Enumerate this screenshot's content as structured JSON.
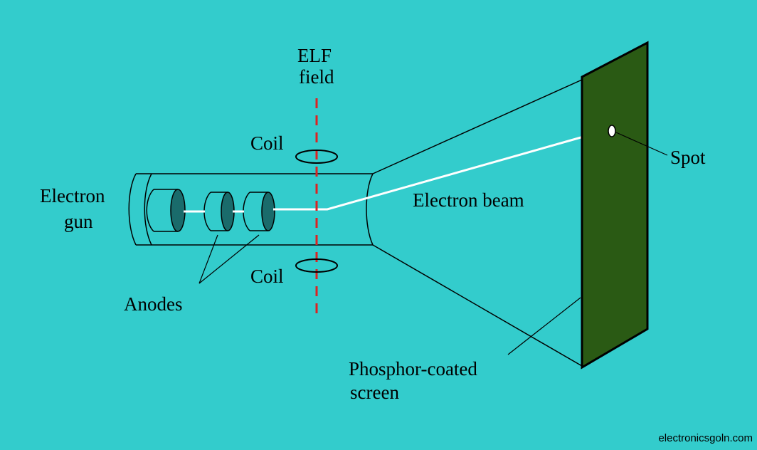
{
  "labels": {
    "elf_line1": "ELF",
    "elf_line2": "field",
    "coil_top": "Coil",
    "coil_bottom": "Coil",
    "electron_gun_line1": "Electron",
    "electron_gun_line2": "gun",
    "anodes": "Anodes",
    "electron_beam": "Electron beam",
    "spot": "Spot",
    "screen_line1": "Phosphor-coated",
    "screen_line2": "screen"
  },
  "watermark": "electronicsgoln.com",
  "colors": {
    "background": "#33cccc",
    "screen": "#2a5a14",
    "anode_face": "#1a6b6b",
    "elf_field": "#dd2222",
    "beam": "#ffffff",
    "outline": "#000000"
  }
}
